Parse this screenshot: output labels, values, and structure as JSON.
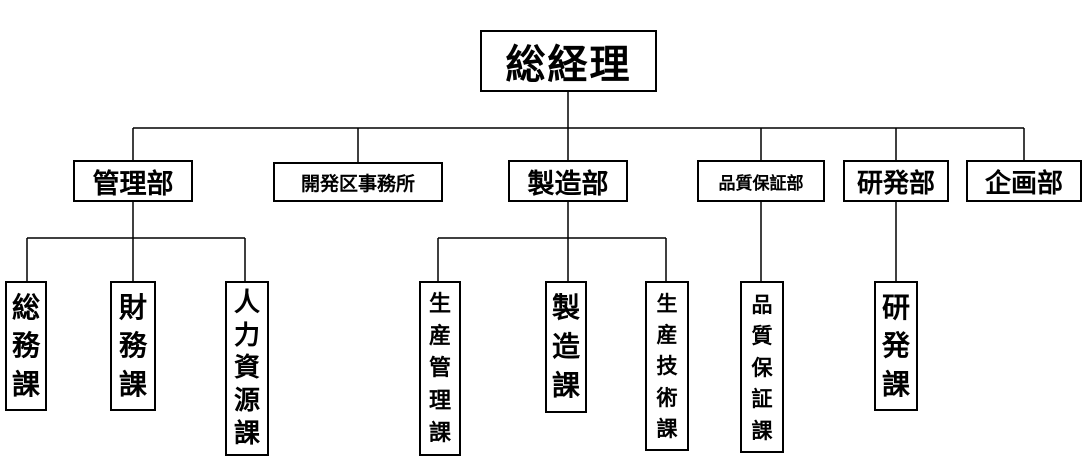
{
  "root": {
    "label": "総経理"
  },
  "departments": [
    {
      "label": "管理部"
    },
    {
      "label": "開発区事務所"
    },
    {
      "label": "製造部"
    },
    {
      "label": "品質保証部"
    },
    {
      "label": "研発部"
    },
    {
      "label": "企画部"
    }
  ],
  "sections": [
    {
      "label": "総務課"
    },
    {
      "label": "財務課"
    },
    {
      "label": "人力資源課"
    },
    {
      "label": "生産管理課"
    },
    {
      "label": "製造課"
    },
    {
      "label": "生産技術課"
    },
    {
      "label": "品質保証課"
    },
    {
      "label": "研発課"
    }
  ]
}
